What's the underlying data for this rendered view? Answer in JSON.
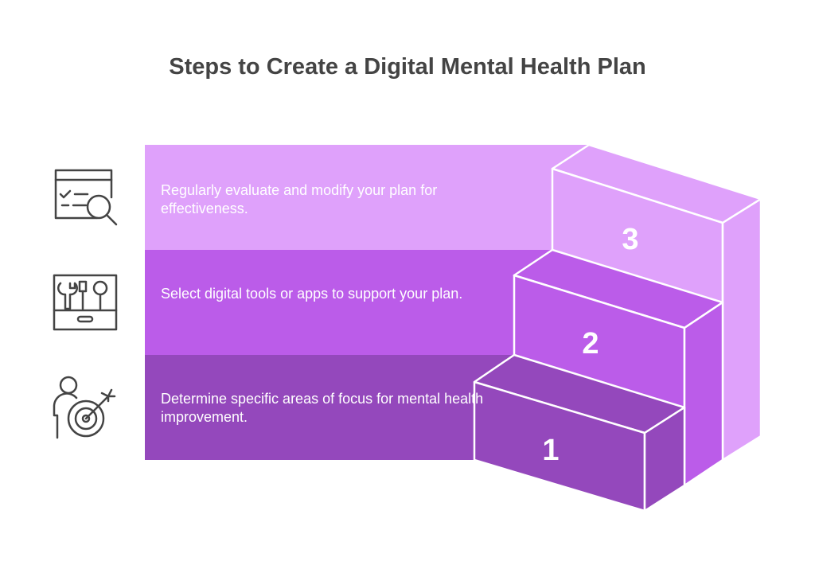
{
  "title": "Steps to Create a Digital Mental Health Plan",
  "colors": {
    "step1": "#9448BC",
    "step2": "#BB5CE9",
    "step3": "#DFA1FB",
    "outline": "#ffffff",
    "icon": "#444444"
  },
  "steps": [
    {
      "number": "1",
      "text": "Determine specific areas of focus for mental health improvement.",
      "icon": "person-target-icon"
    },
    {
      "number": "2",
      "text": "Select digital tools or apps to support your plan.",
      "icon": "toolbox-icon"
    },
    {
      "number": "3",
      "text": "Regularly evaluate and modify your plan for effectiveness.",
      "icon": "evaluation-window-icon"
    }
  ]
}
